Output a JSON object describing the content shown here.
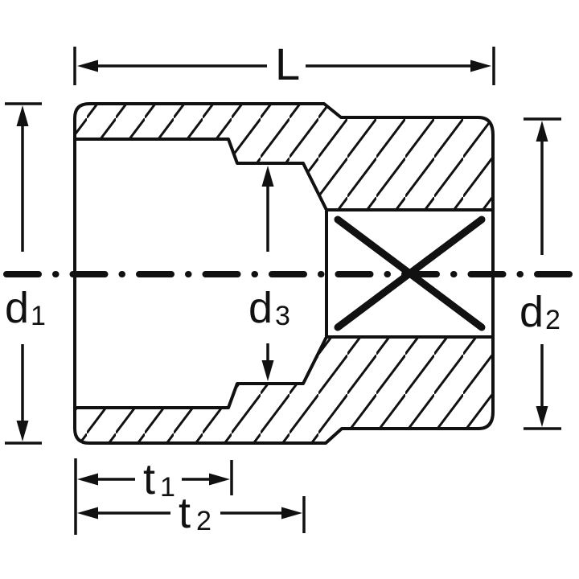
{
  "colors": {
    "ink": "#111111",
    "paper": "#ffffff"
  },
  "dimensions": {
    "overall_length": {
      "label": "L",
      "sub": ""
    },
    "outer_diameter_left": {
      "label": "d",
      "sub": "1"
    },
    "outer_diameter_right": {
      "label": "d",
      "sub": "2"
    },
    "inner_bore_diameter": {
      "label": "d",
      "sub": "3"
    },
    "bore_depth_1": {
      "label": "t",
      "sub": "1"
    },
    "bore_depth_2": {
      "label": "t",
      "sub": "2"
    }
  }
}
